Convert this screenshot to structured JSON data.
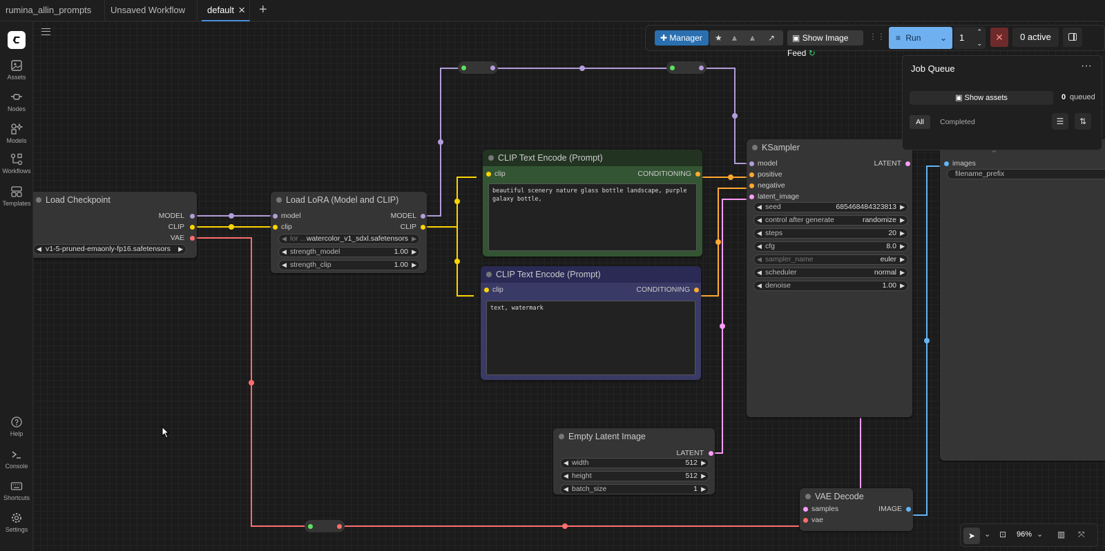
{
  "tabs": [
    {
      "label": "rumina_allin_prompts"
    },
    {
      "label": "Unsaved Workflow"
    },
    {
      "label": "default",
      "active": true
    }
  ],
  "sidebar": {
    "top": [
      {
        "label": "Assets",
        "icon": "assets-icon"
      },
      {
        "label": "Nodes",
        "icon": "nodes-icon"
      },
      {
        "label": "Models",
        "icon": "models-icon"
      },
      {
        "label": "Workflows",
        "icon": "workflows-icon"
      },
      {
        "label": "Templates",
        "icon": "templates-icon"
      }
    ],
    "bottom": [
      {
        "label": "Help",
        "icon": "help-icon"
      },
      {
        "label": "Console",
        "icon": "console-icon"
      },
      {
        "label": "Shortcuts",
        "icon": "keyboard-icon"
      },
      {
        "label": "Settings",
        "icon": "gear-icon"
      }
    ]
  },
  "toolbar": {
    "manager": "Manager",
    "show_feed": "Show Image Feed",
    "run": "Run",
    "count": "1",
    "active": "0 active"
  },
  "job_queue": {
    "title": "Job Queue",
    "show_assets": "Show assets",
    "queued_count": "0",
    "queued_label": "queued",
    "filter_all": "All",
    "filter_completed": "Completed"
  },
  "zoom": {
    "level": "96%"
  },
  "nodes": {
    "load_checkpoint": {
      "title": "Load Checkpoint",
      "out_model": "MODEL",
      "out_clip": "CLIP",
      "out_vae": "VAE",
      "ckpt": "v1-5-pruned-emaonly-fp16.safetensors"
    },
    "load_lora": {
      "title": "Load LoRA (Model and CLIP)",
      "in_model": "model",
      "in_clip": "clip",
      "out_model": "MODEL",
      "out_clip": "CLIP",
      "lora_label": "lor ...",
      "lora_value": "watercolor_v1_sdxl.safetensors",
      "sm_label": "strength_model",
      "sm_value": "1.00",
      "sc_label": "strength_clip",
      "sc_value": "1.00"
    },
    "clip_pos": {
      "title": "CLIP Text Encode (Prompt)",
      "in_clip": "clip",
      "out": "CONDITIONING",
      "text": "beautiful scenery nature glass bottle landscape, purple galaxy bottle,"
    },
    "clip_neg": {
      "title": "CLIP Text Encode (Prompt)",
      "in_clip": "clip",
      "out": "CONDITIONING",
      "text": "text, watermark"
    },
    "ksampler": {
      "title": "KSampler",
      "in_model": "model",
      "in_positive": "positive",
      "in_negative": "negative",
      "in_latent": "latent_image",
      "out": "LATENT",
      "widgets": [
        {
          "label": "seed",
          "value": "685468484323813"
        },
        {
          "label": "control after generate",
          "value": "randomize"
        },
        {
          "label": "steps",
          "value": "20"
        },
        {
          "label": "cfg",
          "value": "8.0"
        },
        {
          "label": "sampler_name",
          "value": "euler"
        },
        {
          "label": "scheduler",
          "value": "normal"
        },
        {
          "label": "denoise",
          "value": "1.00"
        }
      ]
    },
    "save_image": {
      "title": "Save Image",
      "in_images": "images",
      "prefix_label": "filename_prefix"
    },
    "empty_latent": {
      "title": "Empty Latent Image",
      "out": "LATENT",
      "widgets": [
        {
          "label": "width",
          "value": "512"
        },
        {
          "label": "height",
          "value": "512"
        },
        {
          "label": "batch_size",
          "value": "1"
        }
      ]
    },
    "vae_decode": {
      "title": "VAE Decode",
      "in_samples": "samples",
      "in_vae": "vae",
      "out": "IMAGE"
    }
  },
  "colors": {
    "model": "#b39ddb",
    "clip": "#ffd500",
    "vae": "#ff6e6e",
    "conditioning": "#ffa931",
    "latent": "#ff9cf9",
    "image": "#64b5f6"
  }
}
